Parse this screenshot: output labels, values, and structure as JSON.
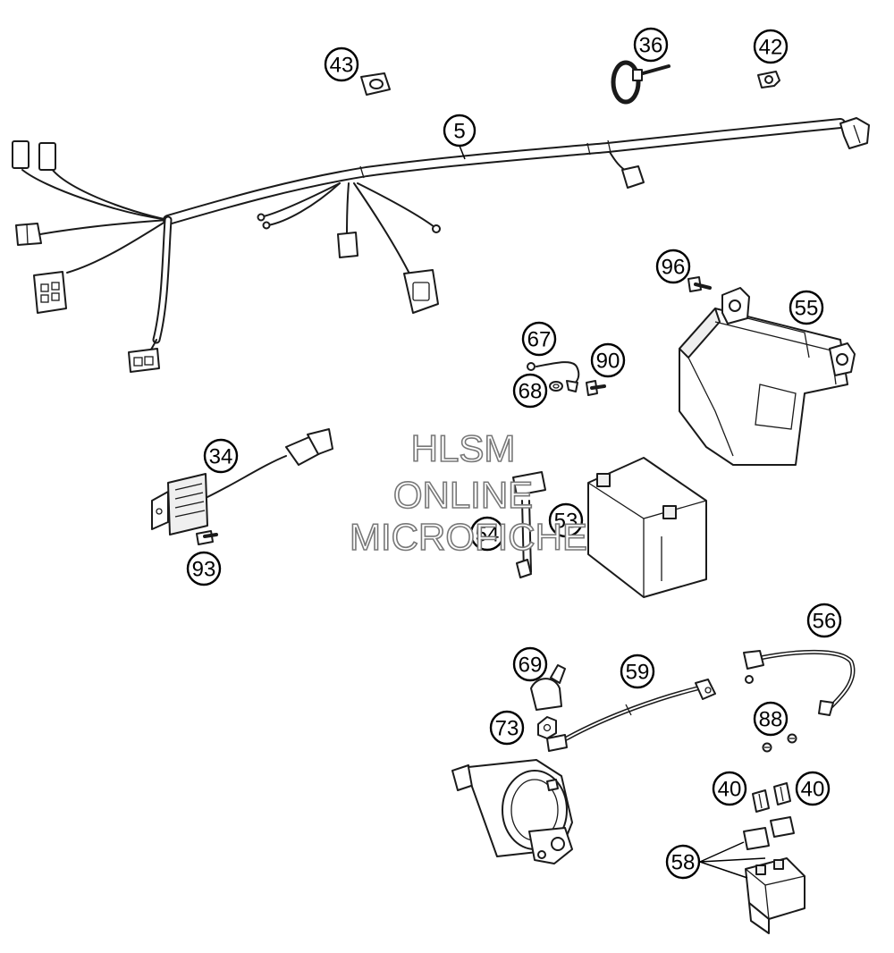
{
  "callouts": {
    "c5": "5",
    "c34": "34",
    "c36": "36",
    "c40a": "40",
    "c40b": "40",
    "c42": "42",
    "c43": "43",
    "c53": "53",
    "c54": "54",
    "c55": "55",
    "c56": "56",
    "c58": "58",
    "c59": "59",
    "c67": "67",
    "c68": "68",
    "c69": "69",
    "c73": "73",
    "c88": "88",
    "c90": "90",
    "c93": "93",
    "c96": "96"
  },
  "watermark": {
    "line1": "HLSM",
    "line2": "ONLINE",
    "line3": "MICROFICHE"
  }
}
